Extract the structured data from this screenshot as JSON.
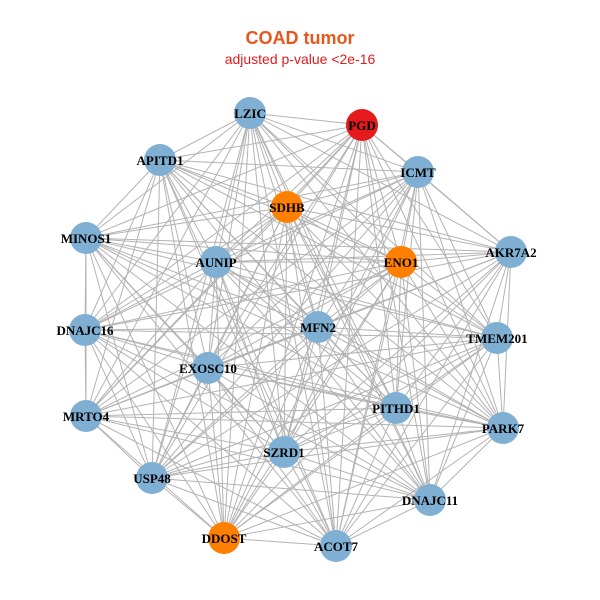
{
  "title": "COAD tumor",
  "subtitle": "adjusted p-value <2e-16",
  "colors": {
    "title": "#E8561B",
    "subtitle": "#E41A1C",
    "edge": "#B3B3B3",
    "default_node": "#7FAFD3",
    "highlight_node": "#FF7F00",
    "hub_node": "#E41A1C"
  },
  "nodes": [
    {
      "id": "LZIC",
      "group": "default"
    },
    {
      "id": "PGD",
      "group": "hub"
    },
    {
      "id": "APITD1",
      "group": "default"
    },
    {
      "id": "ICMT",
      "group": "default"
    },
    {
      "id": "SDHB",
      "group": "highlight"
    },
    {
      "id": "MINOS1",
      "group": "default"
    },
    {
      "id": "AUNIP",
      "group": "default"
    },
    {
      "id": "ENO1",
      "group": "highlight"
    },
    {
      "id": "AKR7A2",
      "group": "default"
    },
    {
      "id": "DNAJC16",
      "group": "default"
    },
    {
      "id": "MFN2",
      "group": "default"
    },
    {
      "id": "TMEM201",
      "group": "default"
    },
    {
      "id": "EXOSC10",
      "group": "default"
    },
    {
      "id": "MRTO4",
      "group": "default"
    },
    {
      "id": "PITHD1",
      "group": "default"
    },
    {
      "id": "PARK7",
      "group": "default"
    },
    {
      "id": "SZRD1",
      "group": "default"
    },
    {
      "id": "USP48",
      "group": "default"
    },
    {
      "id": "DNAJC11",
      "group": "default"
    },
    {
      "id": "DDOST",
      "group": "highlight"
    },
    {
      "id": "ACOT7",
      "group": "default"
    }
  ],
  "edges": "all-pairs"
}
